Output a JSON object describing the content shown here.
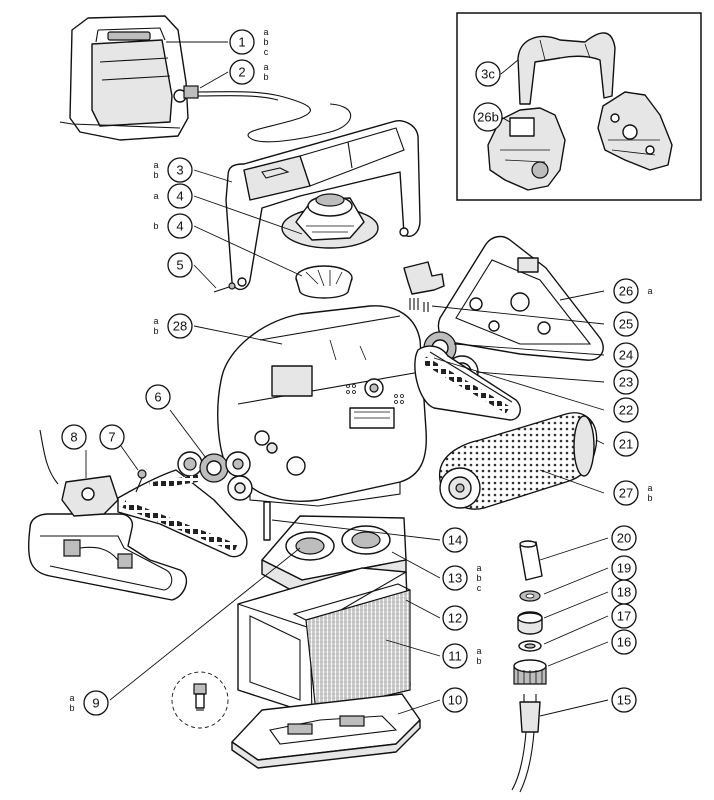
{
  "callouts": [
    {
      "id": "c1",
      "label": "1",
      "subs": [
        "a",
        "b",
        "c"
      ]
    },
    {
      "id": "c2",
      "label": "2",
      "subs": [
        "a",
        "b"
      ]
    },
    {
      "id": "c3c",
      "label": "3c",
      "subs": []
    },
    {
      "id": "c26b",
      "label": "26b",
      "subs": []
    },
    {
      "id": "c3",
      "label": "3",
      "subs": [
        "a",
        "b"
      ]
    },
    {
      "id": "c4a",
      "label": "4",
      "subs": [
        "a"
      ]
    },
    {
      "id": "c4b",
      "label": "4",
      "subs": [
        "b"
      ]
    },
    {
      "id": "c5",
      "label": "5",
      "subs": []
    },
    {
      "id": "c28",
      "label": "28",
      "subs": [
        "a",
        "b"
      ]
    },
    {
      "id": "c26",
      "label": "26",
      "subs": [
        "a"
      ]
    },
    {
      "id": "c25",
      "label": "25",
      "subs": []
    },
    {
      "id": "c24",
      "label": "24",
      "subs": []
    },
    {
      "id": "c23",
      "label": "23",
      "subs": []
    },
    {
      "id": "c22",
      "label": "22",
      "subs": []
    },
    {
      "id": "c21",
      "label": "21",
      "subs": []
    },
    {
      "id": "c27",
      "label": "27",
      "subs": [
        "a",
        "b"
      ]
    },
    {
      "id": "c6",
      "label": "6",
      "subs": []
    },
    {
      "id": "c7",
      "label": "7",
      "subs": []
    },
    {
      "id": "c8",
      "label": "8",
      "subs": []
    },
    {
      "id": "c14",
      "label": "14",
      "subs": []
    },
    {
      "id": "c13",
      "label": "13",
      "subs": [
        "a",
        "b",
        "c"
      ]
    },
    {
      "id": "c12",
      "label": "12",
      "subs": []
    },
    {
      "id": "c11",
      "label": "11",
      "subs": [
        "a",
        "b"
      ]
    },
    {
      "id": "c9",
      "label": "9",
      "subs": [
        "a",
        "b"
      ]
    },
    {
      "id": "c10",
      "label": "10",
      "subs": []
    },
    {
      "id": "c20",
      "label": "20",
      "subs": []
    },
    {
      "id": "c19",
      "label": "19",
      "subs": []
    },
    {
      "id": "c18",
      "label": "18",
      "subs": []
    },
    {
      "id": "c17",
      "label": "17",
      "subs": []
    },
    {
      "id": "c16",
      "label": "16",
      "subs": []
    },
    {
      "id": "c15",
      "label": "15",
      "subs": []
    }
  ]
}
